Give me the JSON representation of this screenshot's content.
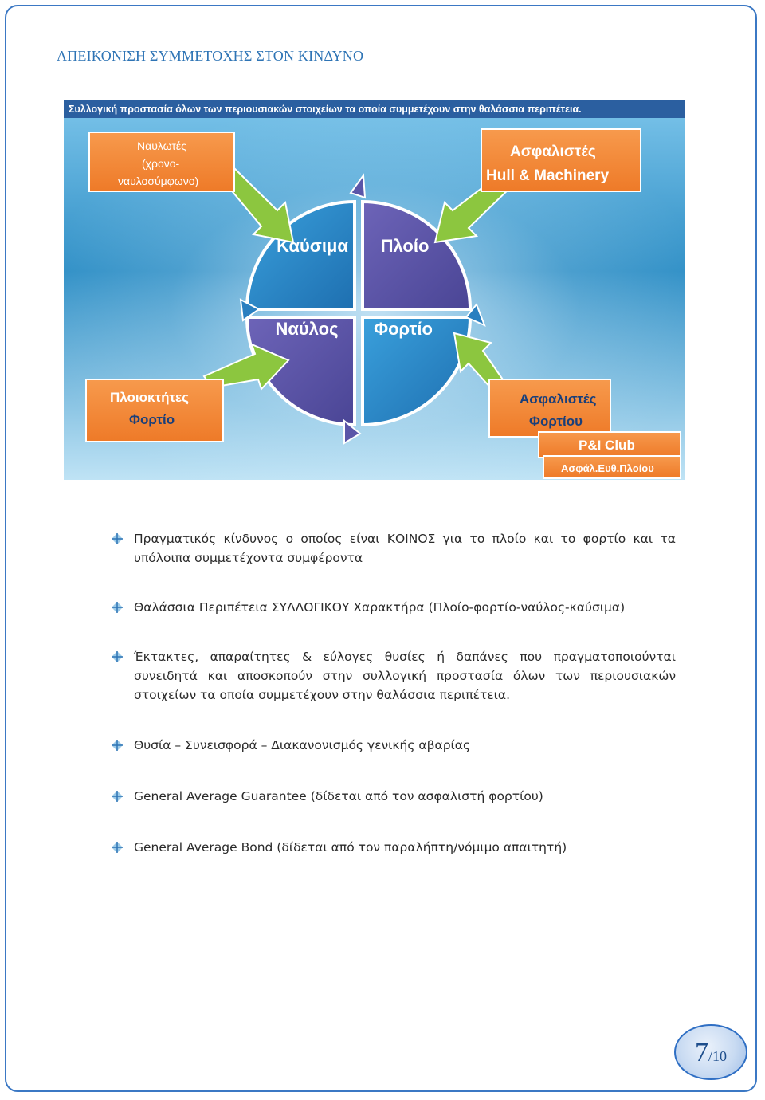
{
  "heading": "ΑΠΕΙΚΟΝΙΣΗ ΣΥΜΜΕΤΟΧΗΣ ΣΤΟΝ ΚΙΝΔΥΝΟ",
  "diagram": {
    "banner": "Συλλογική προστασία όλων των περιουσιακών στοιχείων τα οποία συμμετέχουν στην θαλάσσια περιπέτεια.",
    "quadrants": [
      "Καύσιμα",
      "Πλοίο",
      "Ναύλος",
      "Φορτίο"
    ],
    "box_top_left": [
      "Ναυλωτές",
      "(χρονο-",
      "ναυλοσύμφωνο)"
    ],
    "box_top_right": [
      "Ασφαλιστές",
      "Hull & Machinery"
    ],
    "box_bottom_left": [
      "Πλοιοκτήτες",
      "Φορτίο"
    ],
    "box_bottom_right": [
      "Ασφαλιστές",
      "Φορτίου"
    ],
    "box_pi": "P&I Club",
    "box_afal": "Ασφάλ.Ευθ.Πλοίου",
    "colors": {
      "banner": "#2b5fa0",
      "boxes": "#f4893a",
      "quad_blue": "#2f85c9",
      "quad_purple": "#5b56a8",
      "arrow_green": "#8cc63f",
      "background": "#2f8fc6"
    }
  },
  "bullets": [
    "Πραγματικός κίνδυνος ο οποίος είναι ΚΟΙΝΟΣ για το πλοίο και το φορτίο και τα υπόλοιπα συμμετέχοντα συμφέροντα",
    "Θαλάσσια Περιπέτεια ΣΥΛΛΟΓΙΚΟΥ Χαρακτήρα (Πλοίο-φορτίο-ναύλος-καύσιμα)",
    "Έκτακτες, απαραίτητες & εύλογες θυσίες ή δαπάνες που πραγματοποιούνται συνειδητά και αποσκοπούν στην συλλογική προστασία όλων των περιουσιακών στοιχείων τα οποία συμμετέχουν στην θαλάσσια περιπέτεια.",
    "Θυσία – Συνεισφορά – Διακανονισμός γενικής αβαρίας",
    "General Average Guarantee (δίδεται από τον ασφαλιστή φορτίου)",
    "General Average Bond (δίδεται από τον παραλήπτη/νόμιμο απαιτητή)"
  ],
  "page": {
    "current": "7",
    "total": "/10"
  }
}
